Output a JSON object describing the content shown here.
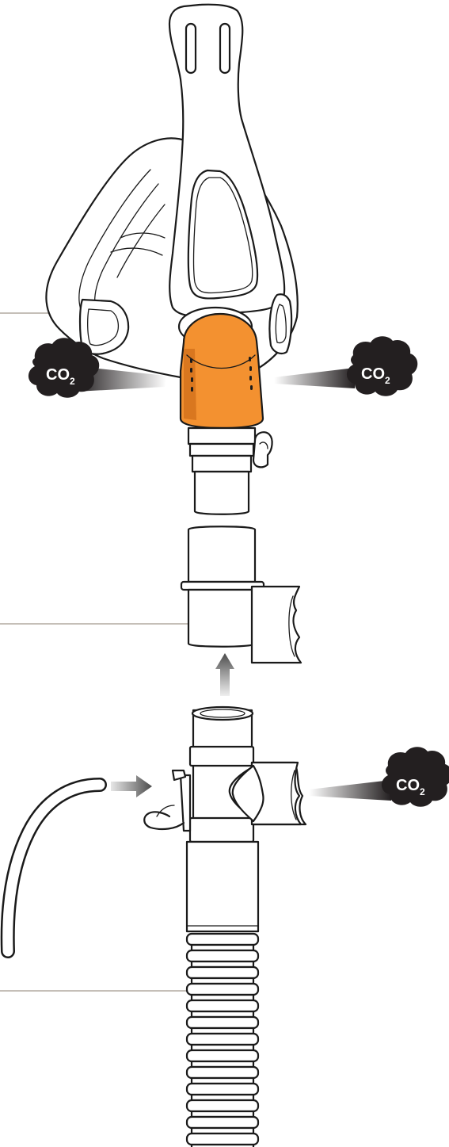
{
  "diagram": {
    "co2_labels": [
      {
        "id": "left",
        "main": "CO",
        "sub": "2"
      },
      {
        "id": "right",
        "main": "CO",
        "sub": "2"
      },
      {
        "id": "lower-right",
        "main": "CO",
        "sub": "2"
      }
    ],
    "colors": {
      "exhalation_elbow": "#f39130",
      "exhalation_elbow_shadow": "#d9771f",
      "co2_cloud": "#231f20",
      "leader_line": "#8b7f72",
      "outline": "#1a1a1a"
    },
    "parts": [
      "full-face-mask",
      "exhalation-elbow",
      "connector",
      "exhalation-valve-t-piece",
      "oxygen-tubing",
      "air-tubing"
    ]
  }
}
